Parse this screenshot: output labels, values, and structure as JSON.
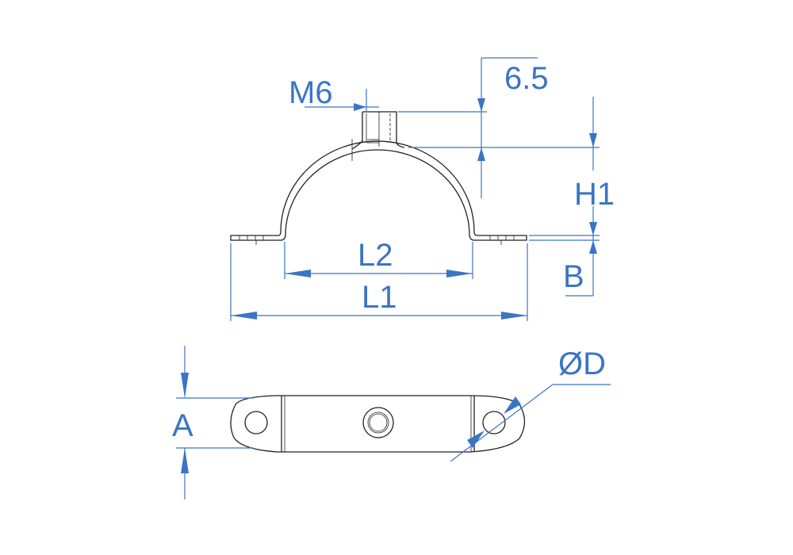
{
  "drawing": {
    "title": "Pipe clamp with M6 nut - dimensional drawing",
    "colors": {
      "dimension": "#3a75c4",
      "outline": "#222222"
    },
    "labels": {
      "thread": "M6",
      "nut_height": "6.5",
      "height": "H1",
      "thickness": "B",
      "inner_length": "L2",
      "overall_length": "L1",
      "width": "A",
      "hole_diameter": "ØD"
    }
  }
}
